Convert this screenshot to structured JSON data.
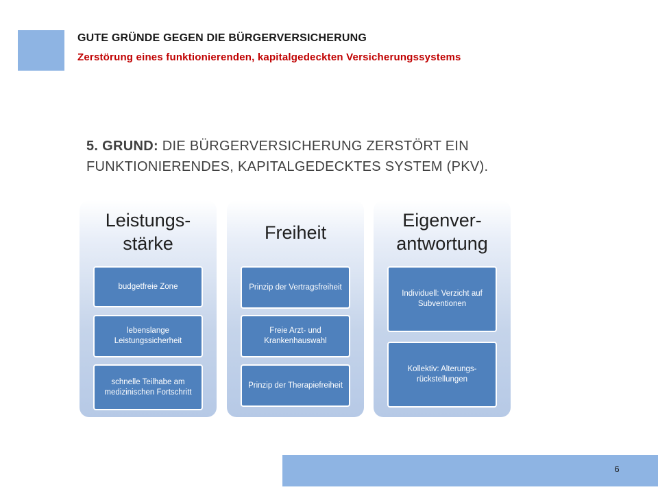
{
  "header": {
    "title": "GUTE GRÜNDE GEGEN DIE BÜRGERVERSICHERUNG",
    "subtitle": "Zerstörung eines funktionierenden, kapitalgedeckten Versicherungssystems"
  },
  "heading": {
    "lead": "5. GRUND:",
    "text": " DIE BÜRGERVERSICHERUNG ZERSTÖRT EIN FUNKTIONIERENDES, KAPITALGEDECKTES SYSTEM (PKV)."
  },
  "columns": [
    {
      "title": "Leistungs-\nstärke",
      "items": [
        "budgetfreie Zone",
        "lebenslange Leistungssicherheit",
        "schnelle Teilhabe am medizinischen Fortschritt"
      ]
    },
    {
      "title": "Freiheit",
      "items": [
        "Prinzip der Vertragsfreiheit",
        "Freie Arzt- und Krankenhauswahl",
        "Prinzip der Therapiefreiheit"
      ]
    },
    {
      "title": "Eigenver-\nantwortung",
      "items": [
        "Individuell: Verzicht auf Subventionen",
        "Kollektiv: Alterungs-rückstellungen"
      ]
    }
  ],
  "footer": {
    "page_number": "6"
  },
  "colors": {
    "accent_light_blue": "#8eb4e3",
    "box_blue": "#4f81bd",
    "subtitle_red": "#c00000"
  }
}
